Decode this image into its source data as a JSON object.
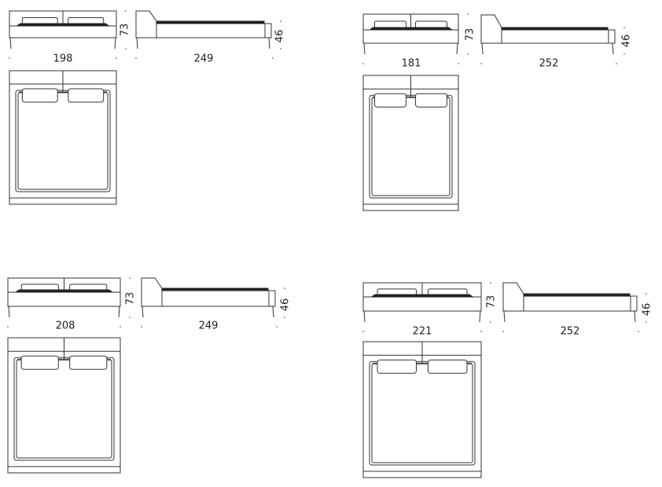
{
  "beds": [
    {
      "name": "bed-198",
      "width_label": "198",
      "length_label": "249",
      "height_label": "73",
      "seat_height_label": "46"
    },
    {
      "name": "bed-181",
      "width_label": "181",
      "length_label": "252",
      "height_label": "73",
      "seat_height_label": "46"
    },
    {
      "name": "bed-208",
      "width_label": "208",
      "length_label": "249",
      "height_label": "73",
      "seat_height_label": "46"
    },
    {
      "name": "bed-221",
      "width_label": "221",
      "length_label": "252",
      "height_label": "73",
      "seat_height_label": "46"
    }
  ],
  "colors": {
    "line": "#333333",
    "mattress": "#222222"
  }
}
